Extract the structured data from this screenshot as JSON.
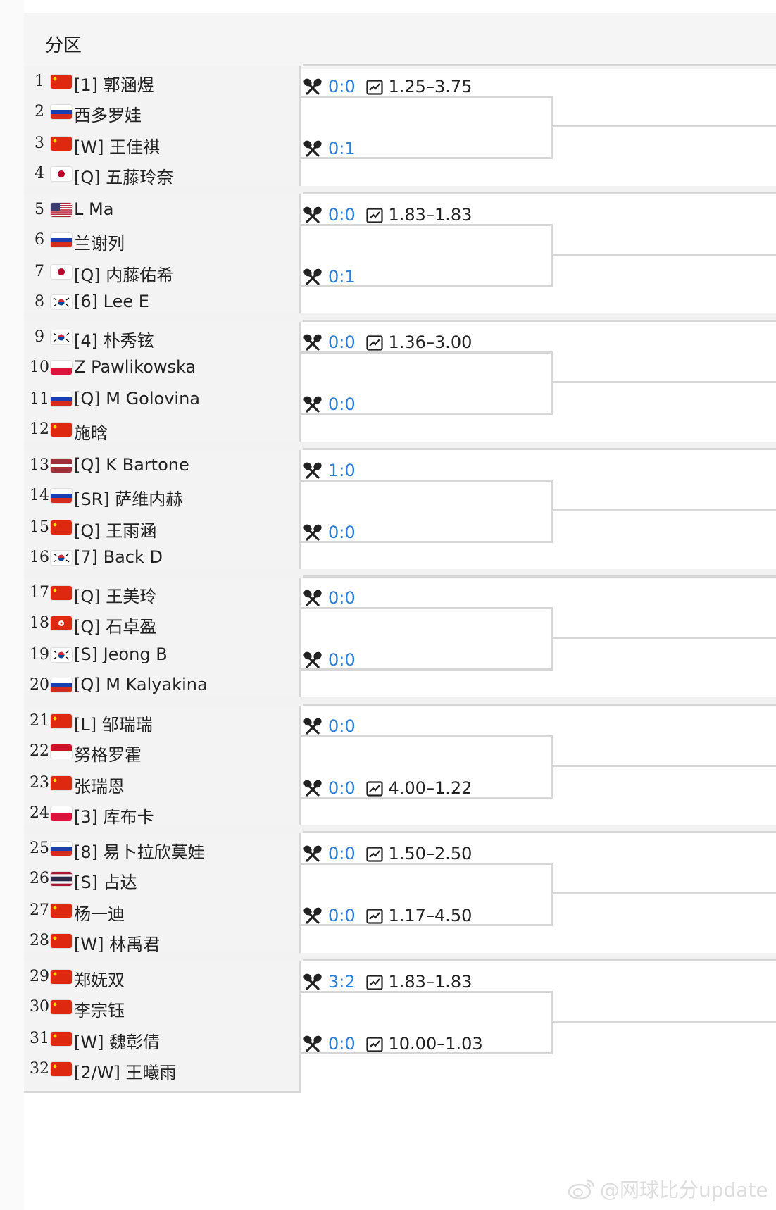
{
  "header": {
    "title": "分区"
  },
  "flag_colors": {
    "cn": "#de2910",
    "ru": [
      "#ffffff",
      "#1c3fb0",
      "#d52b1e"
    ],
    "jp": "#bc002d",
    "us": "#3c3b6e",
    "kr": "#cd2e3a",
    "pl": [
      "#ffffff",
      "#dc143c"
    ],
    "lv": "#9e3039",
    "hk": "#de2910",
    "id": [
      "#ce1126",
      "#ffffff"
    ],
    "th": [
      "#a51931",
      "#f4f5f8",
      "#2d2a4a"
    ]
  },
  "players": [
    {
      "seed": "1",
      "flag": "cn",
      "name": "[1] 郭涵煜"
    },
    {
      "seed": "2",
      "flag": "ru",
      "name": " 西多罗娃"
    },
    {
      "seed": "3",
      "flag": "cn",
      "name": "[W] 王佳祺"
    },
    {
      "seed": "4",
      "flag": "jp",
      "name": "[Q] 五藤玲奈"
    },
    {
      "seed": "5",
      "flag": "us",
      "name": " L Ma"
    },
    {
      "seed": "6",
      "flag": "ru",
      "name": " 兰谢列"
    },
    {
      "seed": "7",
      "flag": "jp",
      "name": "[Q] 内藤佑希"
    },
    {
      "seed": "8",
      "flag": "kr",
      "name": "[6] Lee E"
    },
    {
      "seed": "9",
      "flag": "kr",
      "name": "[4] 朴秀铉"
    },
    {
      "seed": "10",
      "flag": "pl",
      "name": " Z Pawlikowska"
    },
    {
      "seed": "11",
      "flag": "ru",
      "name": "[Q] M Golovina"
    },
    {
      "seed": "12",
      "flag": "cn",
      "name": " 施晗"
    },
    {
      "seed": "13",
      "flag": "lv",
      "name": "[Q] K Bartone"
    },
    {
      "seed": "14",
      "flag": "ru",
      "name": "[SR] 萨维内赫"
    },
    {
      "seed": "15",
      "flag": "cn",
      "name": "[Q] 王雨涵"
    },
    {
      "seed": "16",
      "flag": "kr",
      "name": "[7] Back D"
    },
    {
      "seed": "17",
      "flag": "cn",
      "name": "[Q] 王美玲"
    },
    {
      "seed": "18",
      "flag": "hk",
      "name": "[Q] 石卓盈"
    },
    {
      "seed": "19",
      "flag": "kr",
      "name": "[S] Jeong B"
    },
    {
      "seed": "20",
      "flag": "ru",
      "name": "[Q] M Kalyakina"
    },
    {
      "seed": "21",
      "flag": "cn",
      "name": "[L] 邹瑞瑞"
    },
    {
      "seed": "22",
      "flag": "id",
      "name": " 努格罗霍"
    },
    {
      "seed": "23",
      "flag": "cn",
      "name": " 张瑞恩"
    },
    {
      "seed": "24",
      "flag": "pl",
      "name": "[3] 库布卡"
    },
    {
      "seed": "25",
      "flag": "ru",
      "name": "[8] 易卜拉欣莫娃"
    },
    {
      "seed": "26",
      "flag": "th",
      "name": "[S] 占达"
    },
    {
      "seed": "27",
      "flag": "cn",
      "name": " 杨一迪"
    },
    {
      "seed": "28",
      "flag": "cn",
      "name": "[W] 林禹君"
    },
    {
      "seed": "29",
      "flag": "cn",
      "name": " 郑妩双"
    },
    {
      "seed": "30",
      "flag": "cn",
      "name": " 李宗钰"
    },
    {
      "seed": "31",
      "flag": "cn",
      "name": "[W] 魏彰倩"
    },
    {
      "seed": "32",
      "flag": "cn",
      "name": "[2/W] 王曦雨"
    }
  ],
  "matches": [
    {
      "h2h": "0:0",
      "odds": "1.25–3.75"
    },
    {
      "h2h": "0:1",
      "odds": ""
    },
    {
      "h2h": "0:0",
      "odds": "1.83–1.83"
    },
    {
      "h2h": "0:1",
      "odds": ""
    },
    {
      "h2h": "0:0",
      "odds": "1.36–3.00"
    },
    {
      "h2h": "0:0",
      "odds": ""
    },
    {
      "h2h": "1:0",
      "odds": ""
    },
    {
      "h2h": "0:0",
      "odds": ""
    },
    {
      "h2h": "0:0",
      "odds": ""
    },
    {
      "h2h": "0:0",
      "odds": ""
    },
    {
      "h2h": "0:0",
      "odds": ""
    },
    {
      "h2h": "0:0",
      "odds": "4.00–1.22"
    },
    {
      "h2h": "0:0",
      "odds": "1.50–2.50"
    },
    {
      "h2h": "0:0",
      "odds": "1.17–4.50"
    },
    {
      "h2h": "3:2",
      "odds": "1.83–1.83"
    },
    {
      "h2h": "0:0",
      "odds": "10.00–1.03"
    }
  ],
  "icons": {
    "h2h": "crossed-rackets-icon",
    "odds": "odds-chart-icon"
  },
  "watermark": {
    "text": "@网球比分update"
  }
}
